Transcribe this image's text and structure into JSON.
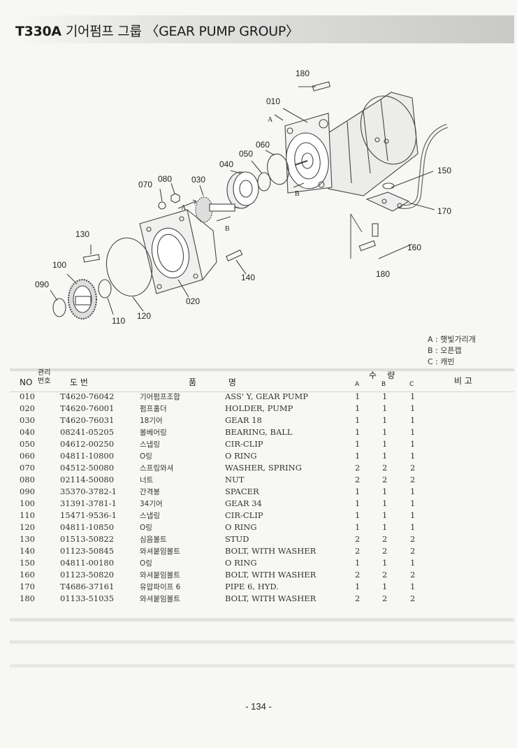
{
  "title": {
    "model": "T330A",
    "text": "기어펌프 그룹 〈GEAR PUMP GROUP〉"
  },
  "callouts": [
    "180",
    "010",
    "050",
    "060",
    "040",
    "030",
    "070",
    "080",
    "130",
    "100",
    "090",
    "110",
    "120",
    "020",
    "140",
    "150",
    "170",
    "160",
    "180"
  ],
  "view_markers": [
    "A",
    "A",
    "B",
    "B"
  ],
  "legend": [
    "A : 햇빛가리개",
    "B : 오픈캡",
    "C : 캐빈"
  ],
  "table": {
    "headers": {
      "no": "NO",
      "mgmt": "관리\n번호",
      "drawing_no": "도    번",
      "name": "품            명",
      "qty": "수    량",
      "qty_a": "A",
      "qty_b": "B",
      "qty_c": "C",
      "remarks": "비 고"
    },
    "rows": [
      {
        "no": "010",
        "pn": "T4620-76042",
        "kr": "기어펌프조합",
        "en": "ASS' Y, GEAR PUMP",
        "a": "1",
        "b": "1",
        "c": "1"
      },
      {
        "no": "020",
        "pn": "T4620-76001",
        "kr": "펌프홀더",
        "en": "HOLDER, PUMP",
        "a": "1",
        "b": "1",
        "c": "1"
      },
      {
        "no": "030",
        "pn": "T4620-76031",
        "kr": "18기어",
        "en": "GEAR 18",
        "a": "1",
        "b": "1",
        "c": "1"
      },
      {
        "no": "040",
        "pn": "08241-05205",
        "kr": "볼베어링",
        "en": "BEARING, BALL",
        "a": "1",
        "b": "1",
        "c": "1"
      },
      {
        "no": "050",
        "pn": "04612-00250",
        "kr": "스냅링",
        "en": "CIR-CLIP",
        "a": "1",
        "b": "1",
        "c": "1"
      },
      {
        "no": "060",
        "pn": "04811-10800",
        "kr": "O링",
        "en": "O RING",
        "a": "1",
        "b": "1",
        "c": "1"
      },
      {
        "no": "070",
        "pn": "04512-50080",
        "kr": "스프링와셔",
        "en": "WASHER, SPRING",
        "a": "2",
        "b": "2",
        "c": "2"
      },
      {
        "no": "080",
        "pn": "02114-50080",
        "kr": "너트",
        "en": "NUT",
        "a": "2",
        "b": "2",
        "c": "2"
      },
      {
        "no": "090",
        "pn": "35370-3782-1",
        "kr": "간격봉",
        "en": "SPACER",
        "a": "1",
        "b": "1",
        "c": "1"
      },
      {
        "no": "100",
        "pn": "31391-3781-1",
        "kr": "34기어",
        "en": "GEAR 34",
        "a": "1",
        "b": "1",
        "c": "1"
      },
      {
        "no": "110",
        "pn": "15471-9536-1",
        "kr": "스냅링",
        "en": "CIR-CLIP",
        "a": "1",
        "b": "1",
        "c": "1"
      },
      {
        "no": "120",
        "pn": "04811-10850",
        "kr": "O링",
        "en": "O RING",
        "a": "1",
        "b": "1",
        "c": "1"
      },
      {
        "no": "130",
        "pn": "01513-50822",
        "kr": "심음볼트",
        "en": "STUD",
        "a": "2",
        "b": "2",
        "c": "2"
      },
      {
        "no": "140",
        "pn": "01123-50845",
        "kr": "와셔붙임볼트",
        "en": "BOLT, WITH WASHER",
        "a": "2",
        "b": "2",
        "c": "2"
      },
      {
        "no": "150",
        "pn": "04811-00180",
        "kr": "O링",
        "en": "O RING",
        "a": "1",
        "b": "1",
        "c": "1"
      },
      {
        "no": "160",
        "pn": "01123-50820",
        "kr": "와셔붙임볼트",
        "en": "BOLT, WITH WASHER",
        "a": "2",
        "b": "2",
        "c": "2"
      },
      {
        "no": "170",
        "pn": "T4686-37161",
        "kr": "유압파이프 6",
        "en": "PIPE 6, HYD.",
        "a": "1",
        "b": "1",
        "c": "1"
      },
      {
        "no": "180",
        "pn": "01133-51035",
        "kr": "와셔붙임볼트",
        "en": "BOLT, WITH WASHER",
        "a": "2",
        "b": "2",
        "c": "2"
      }
    ]
  },
  "page_number": "- 134 -"
}
